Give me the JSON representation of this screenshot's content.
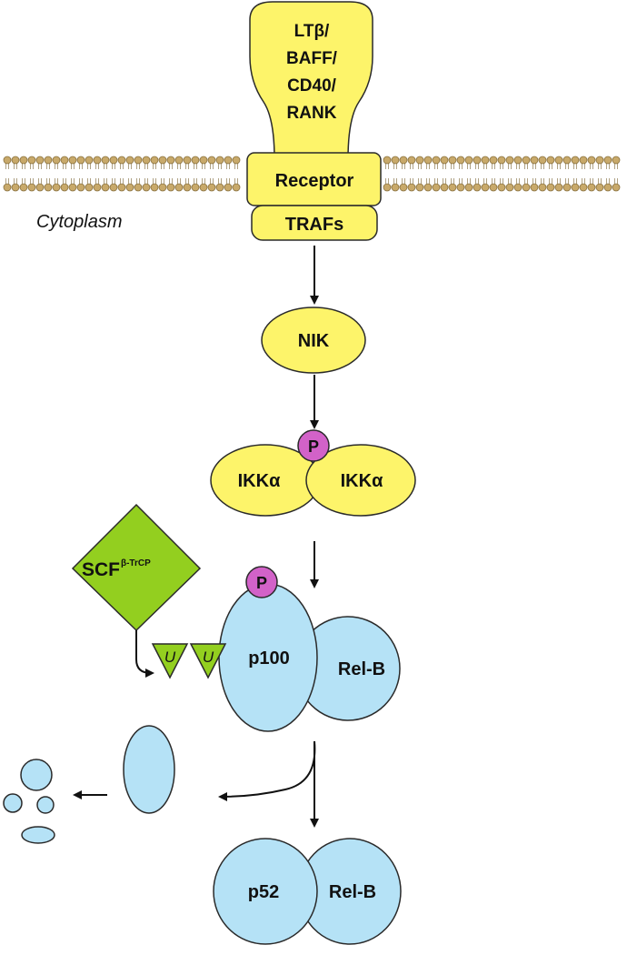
{
  "ligand": {
    "lines": [
      "LTβ/",
      "BAFF/",
      "CD40/",
      "RANK"
    ]
  },
  "receptor": {
    "label": "Receptor"
  },
  "trafs": {
    "label": "TRAFs"
  },
  "cytoplasm": {
    "label": "Cytoplasm"
  },
  "nik": {
    "label": "NIK"
  },
  "ikk": {
    "left": "IKKα",
    "right": "IKKα",
    "phospho": "P"
  },
  "scf": {
    "label": "SCF",
    "superscript": "β-TrCP"
  },
  "ubiquitin": {
    "label": "U"
  },
  "p100_complex": {
    "p100": "p100",
    "relb": "Rel-B",
    "phospho": "P"
  },
  "product": {
    "p52": "p52",
    "relb": "Rel-B"
  },
  "colors": {
    "yellow": "#fdf46a",
    "blue": "#b5e2f6",
    "green": "#93cf1f",
    "pink": "#d262c8",
    "membrane": "#c8a96a"
  }
}
